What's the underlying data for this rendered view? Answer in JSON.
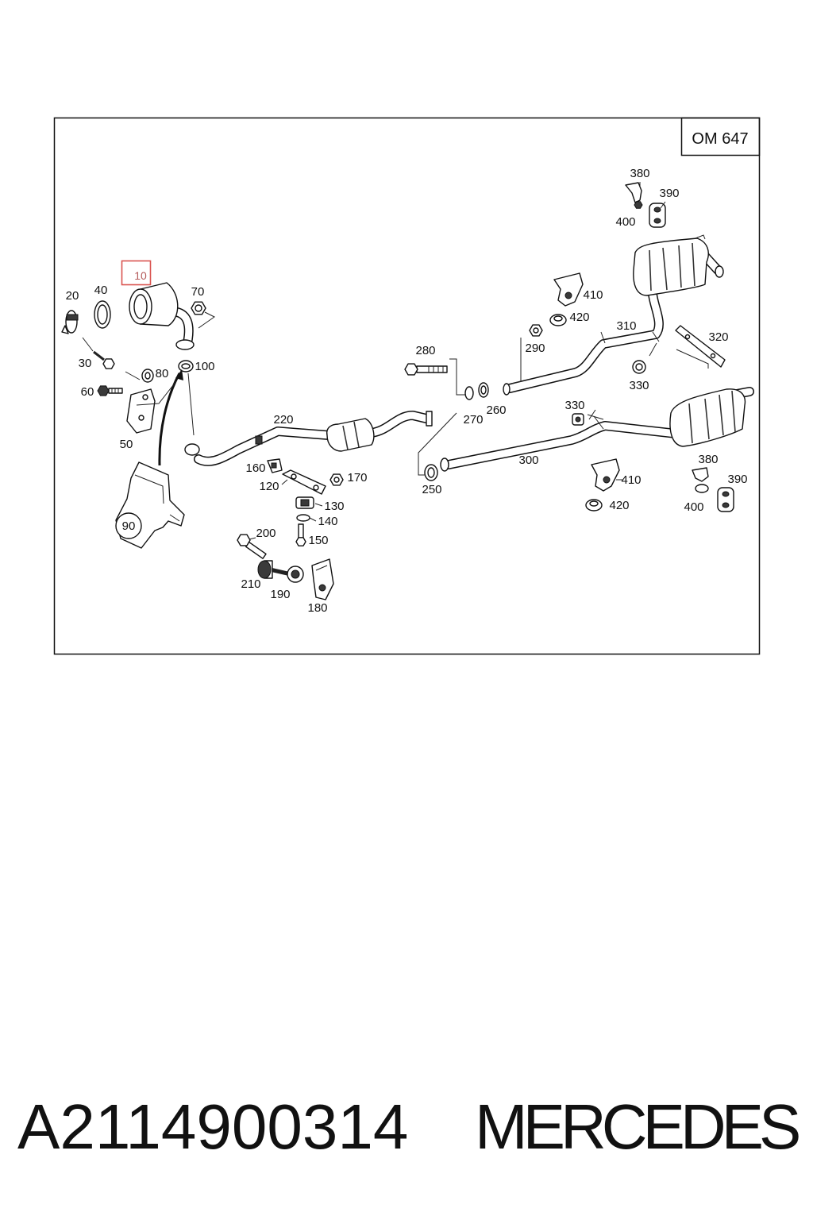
{
  "diagram": {
    "engine_label": "OM 647",
    "highlighted_part": "10",
    "circled_part": "90",
    "part_labels": [
      "380",
      "390",
      "400",
      "20",
      "40",
      "70",
      "410",
      "420",
      "310",
      "320",
      "290",
      "280",
      "30",
      "80",
      "100",
      "330",
      "60",
      "330",
      "260",
      "270",
      "220",
      "50",
      "300",
      "380",
      "160",
      "170",
      "410",
      "390",
      "120",
      "250",
      "130",
      "420",
      "400",
      "140",
      "200",
      "150",
      "210",
      "190",
      "180"
    ]
  },
  "footer": {
    "part_number": "A2114900314",
    "brand": "MERCEDES"
  },
  "colors": {
    "highlight": "#d9534f",
    "line": "#111111",
    "background": "#ffffff"
  }
}
